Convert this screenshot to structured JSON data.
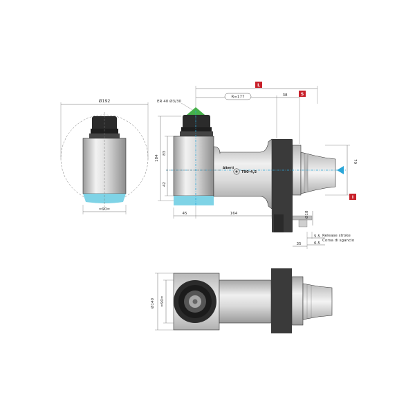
{
  "labels": {
    "tag_L": "L",
    "tag_S": "S",
    "tag_I": "I",
    "collet": "ER 40 Ø3/30",
    "radius": "R=177",
    "dim_38": "38",
    "diameter_192": "Ø192",
    "diameter_140": "Ø140",
    "width_90_front": "≈90≈",
    "width_90_bottom": "≈90≈",
    "dim_83": "83",
    "dim_184": "184",
    "dim_42": "42",
    "dim_45": "45",
    "dim_164": "164",
    "dim_70": "70",
    "dim_18": "Ø18",
    "dim_5_5": "5.5",
    "dim_6_5": "6.5",
    "dim_35": "35",
    "release_en": "Release stroke",
    "release_it": "Corsa di sgancio",
    "brand": "Alberti",
    "model": "T90-4,5"
  },
  "colors": {
    "tag_red": "#c8202a",
    "axis_blue": "#2aa6d8",
    "accent_cyan": "#7fd3e6",
    "marker_green": "#46b04a",
    "flange_dark": "#3a3a3a",
    "body_silver": "#cfcfcf"
  }
}
